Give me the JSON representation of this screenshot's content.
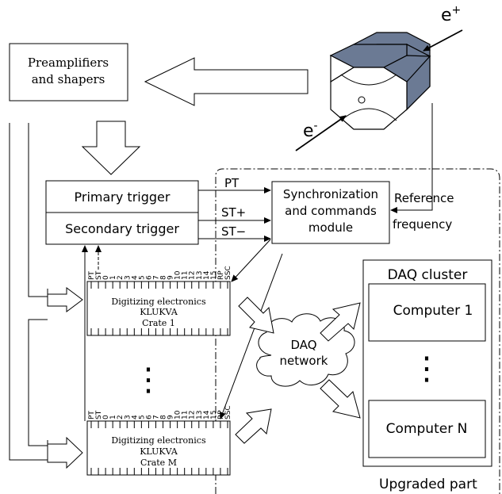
{
  "blocks": {
    "preamp_line1": "Preamplifiers",
    "preamp_line2": "and shapers",
    "primary_trigger": "Primary trigger",
    "secondary_trigger": "Secondary trigger",
    "sync_line1": "Synchronization",
    "sync_line2": "and commands",
    "sync_line3": "module",
    "reference_line1": "Reference",
    "reference_line2": "frequency",
    "daq_cluster": "DAQ cluster",
    "computer_1": "Computer 1",
    "computer_n": "Computer N",
    "daq_network_line1": "DAQ",
    "daq_network_line2": "network",
    "upgraded_part": "Upgraded part",
    "vertical_dots": "⋮"
  },
  "signals": {
    "pt": "PT",
    "st_plus": "ST+",
    "st_minus": "ST−"
  },
  "detector": {
    "positron": "e",
    "positron_sup": "+",
    "electron": "e",
    "electron_sup": "-"
  },
  "crates": [
    {
      "line1": "Digitizing electronics",
      "line2": "KLUKVA",
      "line3": "Crate 1",
      "top_labels": [
        "PT",
        "ST",
        "0",
        "1",
        "2",
        "3",
        "4",
        "5",
        "6",
        "7",
        "8",
        "9",
        "10",
        "11",
        "12",
        "13",
        "14",
        "15",
        "RP",
        "SSC"
      ]
    },
    {
      "line1": "Digitizing electronics",
      "line2": "KLUKVA",
      "line3": "Crate M",
      "top_labels": [
        "PT",
        "ST",
        "0",
        "1",
        "2",
        "3",
        "4",
        "5",
        "6",
        "7",
        "8",
        "9",
        "10",
        "11",
        "12",
        "13",
        "14",
        "15",
        "RP",
        "SSC"
      ]
    }
  ],
  "colors": {
    "detector_fill": "#6b7a94",
    "line": "#000000",
    "background": "#ffffff"
  }
}
